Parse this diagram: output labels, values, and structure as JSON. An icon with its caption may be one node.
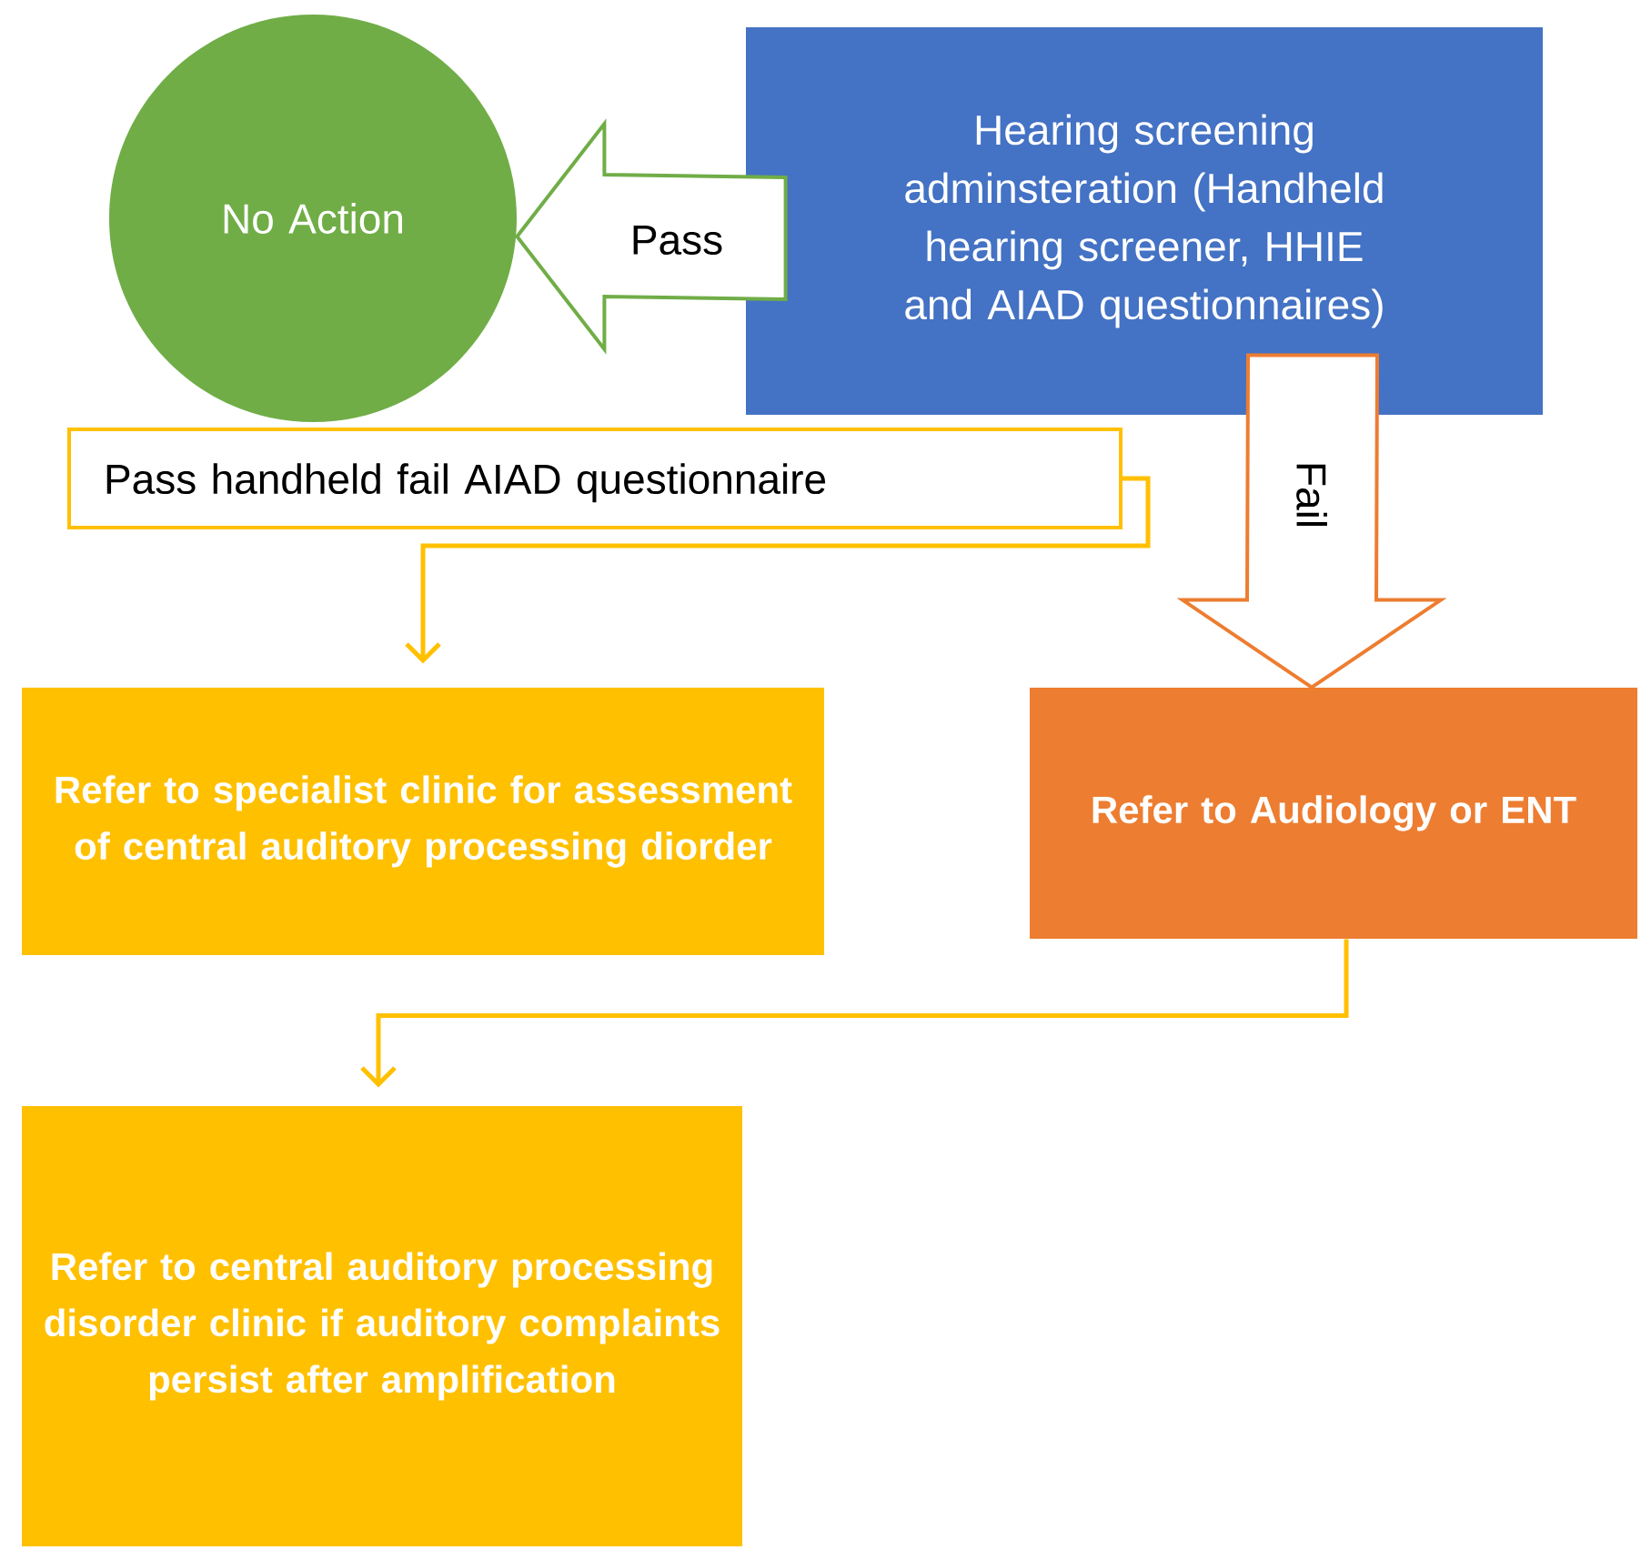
{
  "diagram": {
    "nodes": [
      {
        "text": [
          "No Action"
        ]
      },
      {
        "text": [
          "Hearing screening adminsteration (Handheld hearing screener, HHIE and AIAD questionnaires)"
        ]
      },
      {
        "text": [
          "Pass handheld fail AIAD questionnaire"
        ]
      },
      {
        "text": [
          "Refer to specialist clinic for assessment of central auditory processing diorder"
        ]
      },
      {
        "text": [
          "Refer to Audiology or ENT"
        ]
      },
      {
        "text": [
          "Refer to central auditory processing disorder clinic if auditory complaints persist after amplification"
        ]
      }
    ],
    "edges": [
      {
        "from": 1,
        "to": 0,
        "arrow": "to",
        "label": "Pass",
        "style": "thick",
        "color": "#70ad47"
      },
      {
        "from": 1,
        "to": 4,
        "arrow": "to",
        "label": "Fail",
        "style": "thick",
        "color": "#ed7d31"
      },
      {
        "from": 2,
        "to": 3,
        "arrow": "to",
        "color": "#ffc000"
      },
      {
        "from": 4,
        "to": 5,
        "arrow": "to",
        "color": "#ffc000"
      }
    ]
  }
}
